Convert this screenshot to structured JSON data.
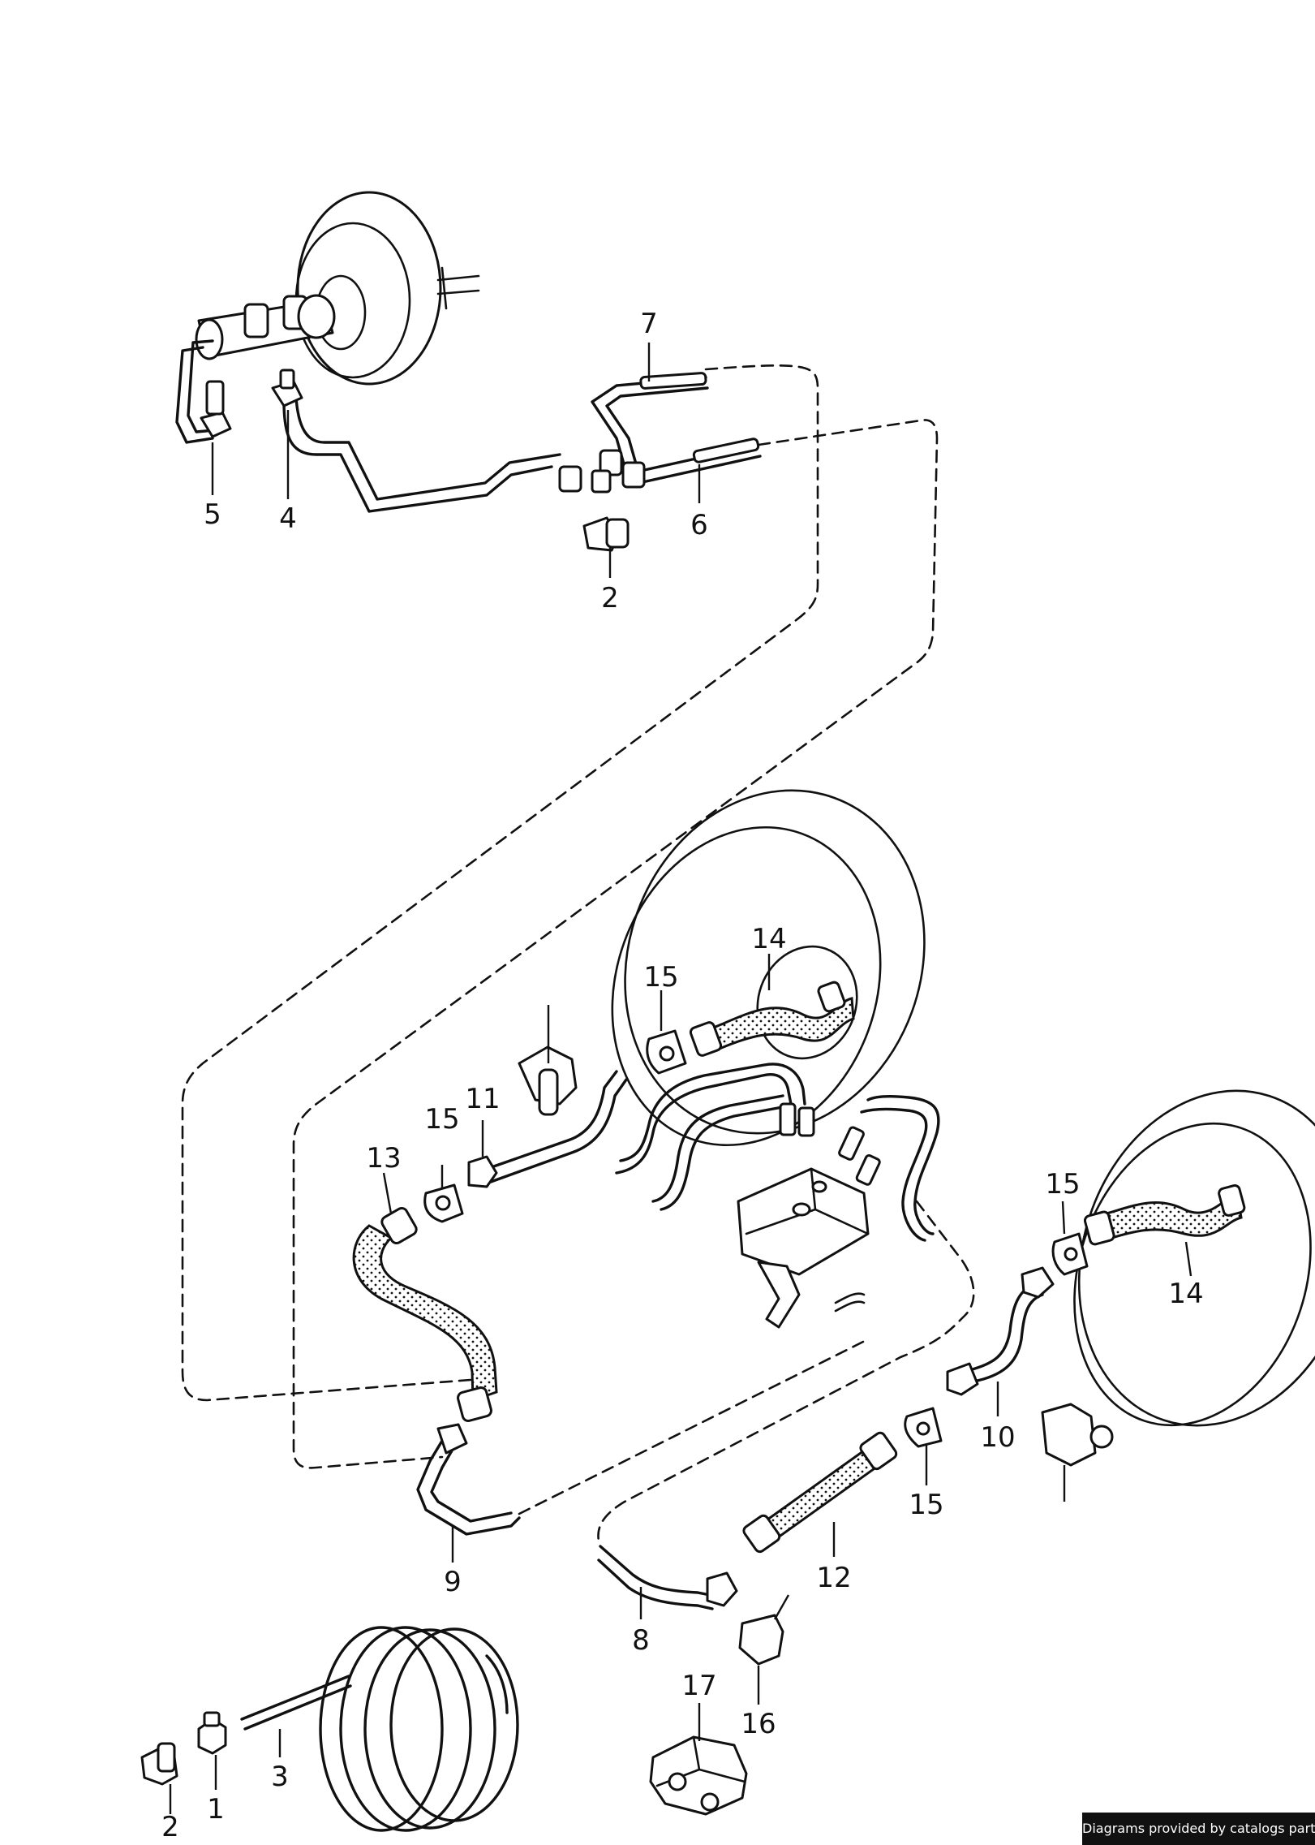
{
  "callouts": [
    {
      "id": "c7a",
      "text": "7"
    },
    {
      "id": "c5a",
      "text": "5"
    },
    {
      "id": "c4a",
      "text": "4"
    },
    {
      "id": "c6a",
      "text": "6"
    },
    {
      "id": "c2a",
      "text": "2"
    },
    {
      "id": "c14a",
      "text": "14"
    },
    {
      "id": "c15a",
      "text": "15"
    },
    {
      "id": "c11a",
      "text": "11"
    },
    {
      "id": "c15b",
      "text": "15"
    },
    {
      "id": "c13a",
      "text": "13"
    },
    {
      "id": "c15c",
      "text": "15"
    },
    {
      "id": "c14b",
      "text": "14"
    },
    {
      "id": "c10a",
      "text": "10"
    },
    {
      "id": "c15d",
      "text": "15"
    },
    {
      "id": "c12a",
      "text": "12"
    },
    {
      "id": "c9a",
      "text": "9"
    },
    {
      "id": "c8a",
      "text": "8"
    },
    {
      "id": "c16a",
      "text": "16"
    },
    {
      "id": "c17a",
      "text": "17"
    },
    {
      "id": "c3a",
      "text": "3"
    },
    {
      "id": "c1a",
      "text": "1"
    },
    {
      "id": "c2b",
      "text": "2"
    }
  ],
  "footer": {
    "text": "Diagrams provided by catalogs parts"
  }
}
